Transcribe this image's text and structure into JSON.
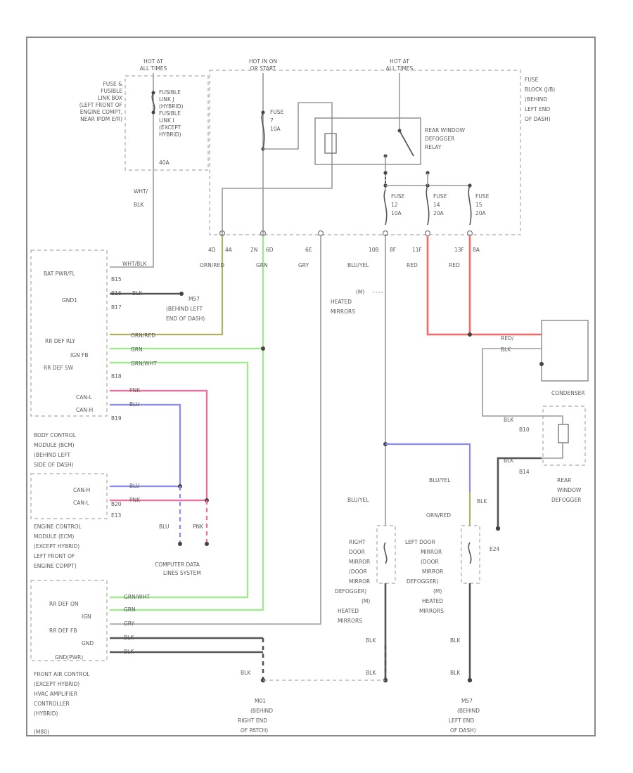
{
  "top": {
    "hot_left": [
      "HOT AT",
      "ALL TIMES"
    ],
    "hot_mid": [
      "HOT IN ON",
      "OR START"
    ],
    "hot_right": [
      "HOT AT",
      "ALL TIMES"
    ]
  },
  "fuse_link": {
    "left_desc": [
      "FUSE &",
      "FUSIBLE",
      "LINK BOX",
      "(LEFT FRONT OF",
      "ENGINE COMPT,",
      "NEAR IPDM E/R)"
    ],
    "inner_desc": [
      "FUSIBLE",
      "LINK J",
      "(HYBRID)",
      "FUSIBLE",
      "LINK I",
      "(EXCEPT",
      "HYBRID)",
      "40A"
    ]
  },
  "fuse_block": {
    "desc": [
      "FUSE",
      "BLOCK (J/B)",
      "(BEHIND",
      "LEFT END",
      "OF DASH)"
    ],
    "fuse7": [
      "FUSE",
      "7",
      "10A"
    ],
    "fuse12": [
      "FUSE",
      "12",
      "10A"
    ],
    "fuse14": [
      "FUSE",
      "14",
      "20A"
    ],
    "fuse15": [
      "FUSE",
      "15",
      "20A"
    ]
  },
  "relay": {
    "label": [
      "REAR WINDOW",
      "DEFOGGER",
      "RELAY"
    ]
  },
  "pins": {
    "p40": "4D",
    "p4a": "4A",
    "p2n": "2N",
    "p6d": "6D",
    "p6e": "6E",
    "p10b": "10B",
    "p8f": "8F",
    "p11f": "11F",
    "p13f": "13F",
    "p8a": "8A"
  },
  "wire_colors": {
    "wht_blk": [
      "WHT/",
      "BLK"
    ],
    "orn_red": "ORN/RED",
    "grn": "GRN",
    "gry": "GRY",
    "blu_yel": "BLU/YEL",
    "red1": "RED",
    "red2": "RED",
    "red_blk": [
      "RED/",
      "BLK"
    ],
    "blk": "BLK"
  },
  "bcm": {
    "pin_labels": [
      "BAT PWR/FL",
      "GND1",
      "RR DEF RLY",
      "IGN FB",
      "RR DEF SW",
      "CAN-L",
      "CAN-H"
    ],
    "pin_ids": [
      "B15",
      "B16",
      "B17",
      "B18",
      "B19",
      "B20"
    ],
    "wire_small": [
      "WHT/BLK",
      "BLK",
      "ORN/RED",
      "GRN",
      "GRN/WHT",
      "PNK",
      "BLU"
    ],
    "desc": [
      "BODY CONTROL",
      "MODULE (BCM)",
      "(BEHIND LEFT",
      "SIDE OF DASH)"
    ],
    "ground_label": [
      "M57",
      "(BEHIND LEFT",
      "END OF DASH)"
    ]
  },
  "ecm": {
    "pins": [
      "CAN-H",
      "CAN-L",
      "E13"
    ],
    "wire_small": [
      "BLU",
      "PNK"
    ],
    "desc": [
      "ENGINE CONTROL",
      "MODULE (ECM)",
      "(EXCEPT HYBRID)",
      "LEFT FRONT OF",
      "ENGINE COMPT)"
    ],
    "lines_blu": "BLU",
    "lines_pnk": "PNK",
    "system": [
      "COMPUTER DATA",
      "LINES SYSTEM"
    ]
  },
  "front_ac": {
    "pin_labels": [
      "RR DEF ON",
      "IGN",
      "RR DEF FB",
      "GND",
      "GND(PWR)"
    ],
    "wire_small": [
      "GRN/WHT",
      "GRN",
      "GRY",
      "BLK",
      "BLK"
    ],
    "desc": [
      "FRONT AIR CONTROL",
      "(EXCEPT HYBRID)",
      "HVAC AMPLIFIER",
      "CONTROLLER",
      "(HYBRID)"
    ],
    "corner": "(M80)"
  },
  "mirrors": {
    "heated_top": [
      "(M)",
      "HEATED",
      "MIRRORS"
    ],
    "right": [
      "RIGHT",
      "DOOR",
      "MIRROR",
      "(DOOR",
      "MIRROR",
      "DEFOGGER)",
      "(M)",
      "HEATED",
      "MIRRORS"
    ],
    "left": [
      "LEFT DOOR",
      "MIRROR",
      "(DOOR",
      "MIRROR",
      "DEFOGGER)",
      "(M)",
      "HEATED",
      "MIRRORS"
    ],
    "blu_yel_r": "BLU/YEL",
    "blu_yel_l": "BLU/YEL",
    "orn_red_l": "ORN/RED"
  },
  "condenser": {
    "label": "CONDENSER"
  },
  "defogger": {
    "label": [
      "REAR",
      "WINDOW",
      "DEFOGGER"
    ],
    "pin_top": "B10",
    "pin_bot": "B14"
  },
  "grounds": {
    "blk_a": "BLK",
    "blk_b": "BLK",
    "blk_c": "BLK",
    "blk_d": "BLK",
    "blk_e": "BLK",
    "e24": "E24",
    "m01": [
      "M01",
      "(BEHIND",
      "RIGHT END",
      "OF PATCH)"
    ],
    "m57": [
      "M57",
      "(BEHIND",
      "LEFT END",
      "OF DASH)"
    ]
  }
}
